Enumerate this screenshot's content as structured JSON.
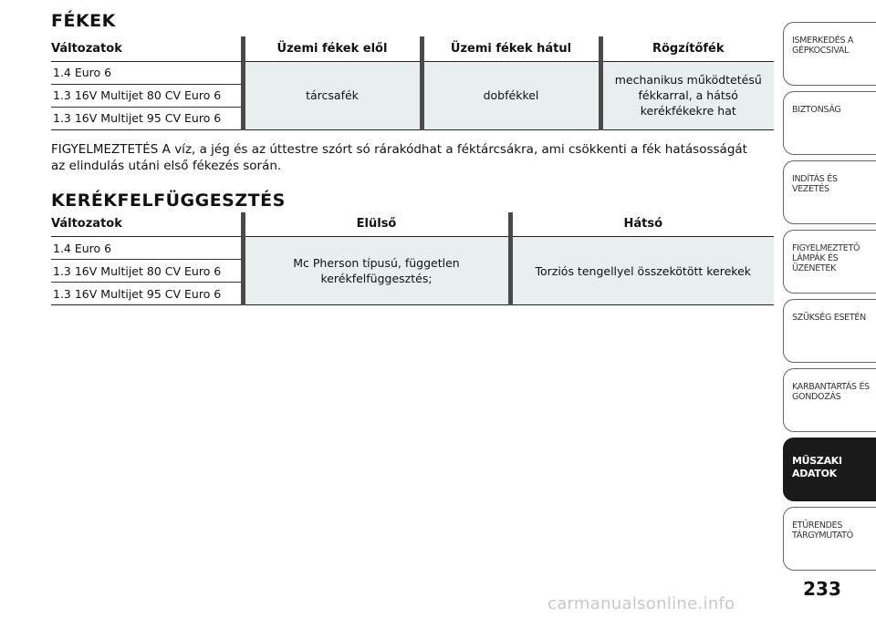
{
  "brakes": {
    "title": "FÉKEK",
    "headers": [
      "Változatok",
      "Üzemi fékek elől",
      "Üzemi fékek hátul",
      "Rögzítőfék"
    ],
    "variants": [
      "1.4 Euro 6",
      "1.3 16V Multijet 80 CV Euro 6",
      "1.3 16V Multijet 95 CV Euro 6"
    ],
    "front": "tárcsafék",
    "rear": "dobfékkel",
    "parking": "mechanikus működtetésű fékkarral, a hátsó kerékfékekre hat",
    "warning": "FIGYELMEZTETÉS A víz, a jég és az úttestre szórt só rárakódhat a féktárcsákra, ami csökkenti a fék hatásosságát az elindulás utáni első fékezés során."
  },
  "suspension": {
    "title": "KERÉKFELFÜGGESZTÉS",
    "headers": [
      "Változatok",
      "Elülső",
      "Hátsó"
    ],
    "variants": [
      "1.4 Euro 6",
      "1.3 16V Multijet 80 CV Euro 6",
      "1.3 16V Multijet 95 CV Euro 6"
    ],
    "front": "Mc Pherson típusú, független kerékfelfüggesztés;",
    "rear": "Torziós tengellyel összekötött kerekek"
  },
  "sidebar": {
    "tabs": [
      {
        "label": "ISMERKEDÉS A GÉPKOCSIVAL",
        "active": false
      },
      {
        "label": "BIZTONSÁG",
        "active": false
      },
      {
        "label": "INDÍTÁS ÉS VEZETÉS",
        "active": false
      },
      {
        "label": "FIGYELMEZTETŐ LÁMPÁK ÉS ÜZENETEK",
        "active": false
      },
      {
        "label": "SZÜKSÉG ESETÉN",
        "active": false
      },
      {
        "label": "KARBANTARTÁS ÉS GONDOZÁS",
        "active": false
      },
      {
        "label": "MŰSZAKI ADATOK",
        "active": true
      },
      {
        "label": "ETŰRENDES TÁRGYMUTATÓ",
        "active": false
      }
    ]
  },
  "page_number": "233",
  "watermark": "carmanualsonline.info"
}
